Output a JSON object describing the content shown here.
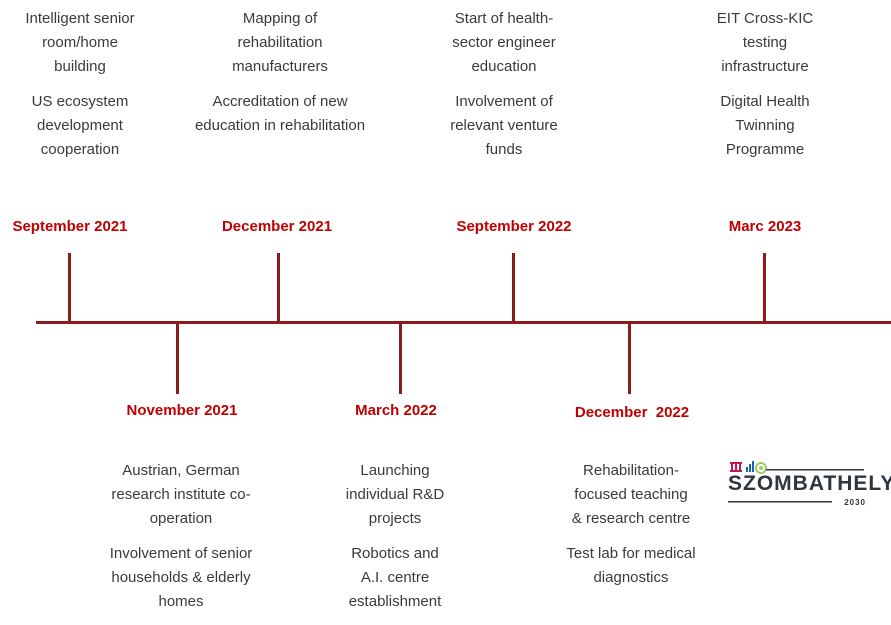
{
  "milestones": [
    {
      "date": "September 2021",
      "items": [
        "Intelligent senior room/home building",
        "US ecosystem development cooperation"
      ]
    },
    {
      "date": "November 2021",
      "items": [
        "Austrian, German research institute co-operation",
        "Involvement of senior households & elderly homes"
      ]
    },
    {
      "date": "December 2021",
      "items": [
        "Mapping of rehabilitation manufacturers",
        "Accreditation of new education in rehabilitation"
      ]
    },
    {
      "date": "March 2022",
      "items": [
        "Launching individual R&D projects",
        "Robotics and A.I. centre establishment"
      ]
    },
    {
      "date": "September 2022",
      "items": [
        "Start of health-sector engineer education",
        "Involvement of relevant venture funds"
      ]
    },
    {
      "date": "December  2022",
      "items": [
        "Rehabilitation-focused teaching & research centre",
        "Test lab for medical diagnostics"
      ]
    },
    {
      "date": "Marc 2023",
      "items": [
        "EIT Cross-KIC testing infrastructure",
        "Digital Health Twinning Programme"
      ]
    }
  ],
  "logo": {
    "name": "SZOMBATHELY",
    "year": "2030"
  },
  "colors": {
    "accent": "#c00000",
    "axis": "#8b1c1c",
    "text": "#3a3a3a"
  }
}
